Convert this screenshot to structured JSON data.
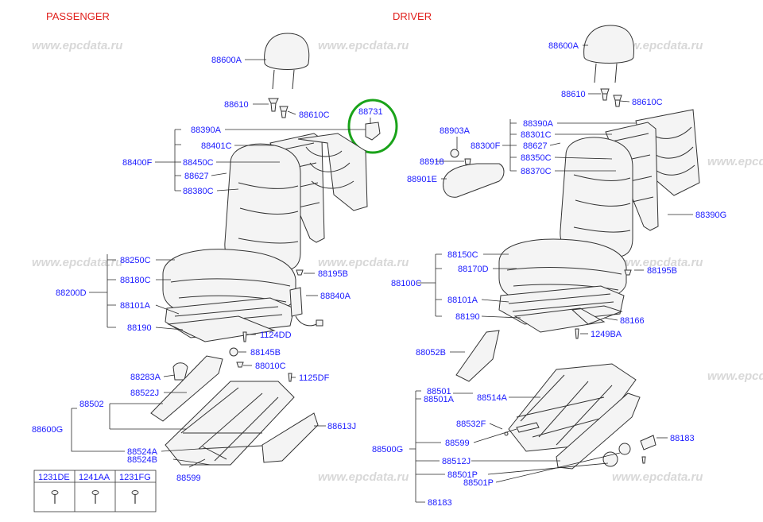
{
  "headers": {
    "passenger": "PASSENGER",
    "driver": "DRIVER"
  },
  "watermark": "www.epcdata.ru",
  "labels": {
    "p88600A": "88600A",
    "p88610": "88610",
    "p88610C": "88610C",
    "p88731": "88731",
    "p88390A": "88390A",
    "p88401C": "88401C",
    "p88400F": "88400F",
    "p88450C": "88450C",
    "p88627": "88627",
    "p88380C": "88380C",
    "p88250C": "88250C",
    "p88180C": "88180C",
    "p88200D": "88200D",
    "p88101A": "88101A",
    "p88190": "88190",
    "p88195B": "88195B",
    "p88840A": "88840A",
    "p1124DD": "1124DD",
    "p88145B": "88145B",
    "p88010C": "88010C",
    "p1125DF": "1125DF",
    "p88283A": "88283A",
    "p88522J": "88522J",
    "p88502": "88502",
    "p88600G": "88600G",
    "p88613J": "88613J",
    "p88524A": "88524A",
    "p88524B": "88524B",
    "p88599": "88599",
    "d88600A": "88600A",
    "d88610": "88610",
    "d88610C": "88610C",
    "d88903A": "88903A",
    "d88300F": "88300F",
    "d88918": "88918",
    "d88901E": "88901E",
    "d88390A": "88390A",
    "d88301C": "88301C",
    "d88627": "88627",
    "d88350C": "88350C",
    "d88370C": "88370C",
    "d88390G": "88390G",
    "d88150C": "88150C",
    "d88170D": "88170D",
    "d88100C": "88100C",
    "d88101A": "88101A",
    "d88190": "88190",
    "d88195B": "88195B",
    "d88166": "88166",
    "d1249BA": "1249BA",
    "d88052B": "88052B",
    "d88501": "88501",
    "d88501A": "88501A",
    "d88514A": "88514A",
    "d88532F": "88532F",
    "d88599": "88599",
    "d88500G": "88500G",
    "d88512J": "88512J",
    "d88501P1": "88501P",
    "d88501P2": "88501P",
    "d88183a": "88183",
    "d88183b": "88183"
  },
  "fastener_table": {
    "columns": [
      "1231DE",
      "1241AA",
      "1231FG"
    ]
  },
  "highlight": {
    "part": "88731",
    "color": "#1aa31a"
  },
  "colors": {
    "label": "#1a1aff",
    "header": "#e0201c"
  }
}
